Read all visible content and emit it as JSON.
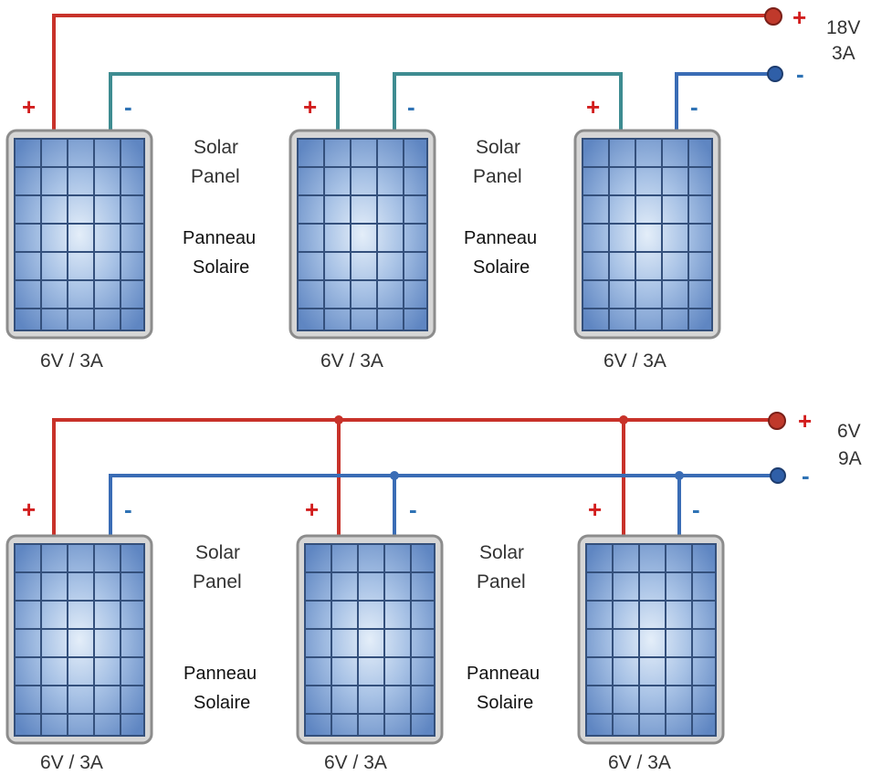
{
  "colors": {
    "positive_wire": "#c8322a",
    "negative_wire_series": "#3e8c91",
    "negative_wire": "#3a6cb5",
    "panel_frame": "#8c8c8c",
    "panel_cell": "#7ea3d6",
    "panel_grid": "#34507c",
    "plus_sign": "#d21e1e",
    "minus_sign": "#2f73b5"
  },
  "symbols": {
    "plus": "+",
    "minus": "-"
  },
  "panel": {
    "label_en_line1": "Solar",
    "label_en_line2": "Panel",
    "label_fr_line1": "Panneau",
    "label_fr_line2": "Solaire",
    "rating": "6V / 3A"
  },
  "series_circuit": {
    "output_voltage": "18V",
    "output_current": "3A"
  },
  "parallel_circuit": {
    "output_voltage": "6V",
    "output_current": "9A"
  }
}
